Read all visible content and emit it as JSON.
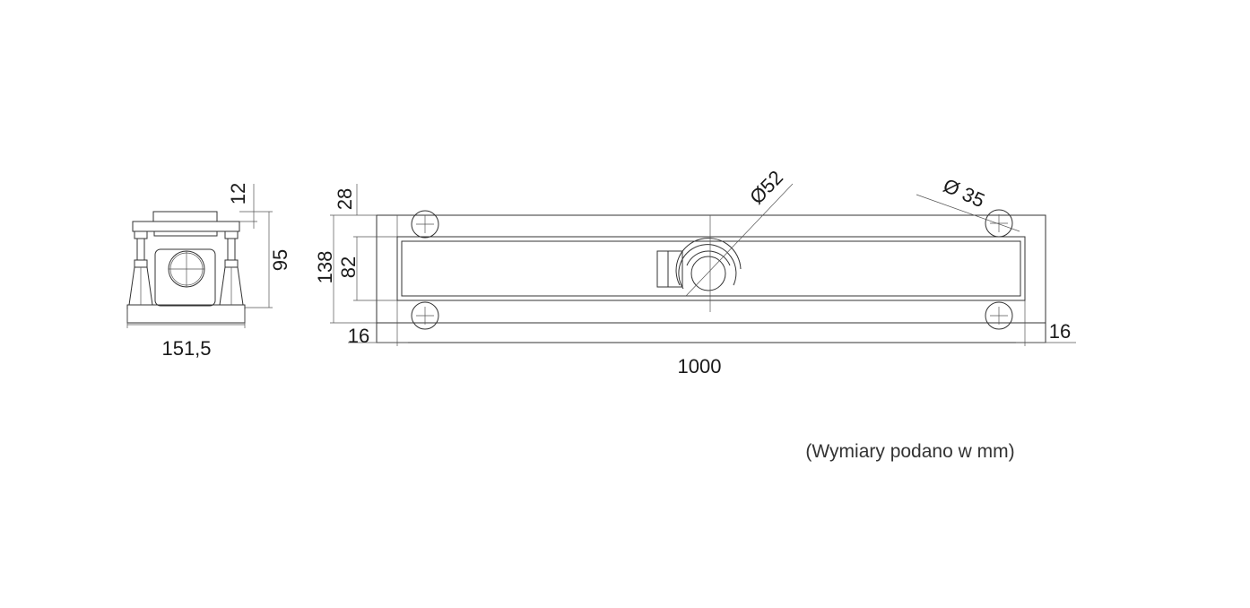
{
  "side_view": {
    "width_label": "151,5",
    "height_label": "95",
    "lid_label": "12"
  },
  "top_view": {
    "length_label": "1000",
    "total_width_label": "138",
    "channel_width_label": "82",
    "offset_top_label": "28",
    "margin_left_label": "16",
    "margin_right_label": "16",
    "outlet_diameter_label": "Ø52",
    "hole_diameter_label": "Ø 35"
  },
  "note": "(Wymiary podano w mm)"
}
